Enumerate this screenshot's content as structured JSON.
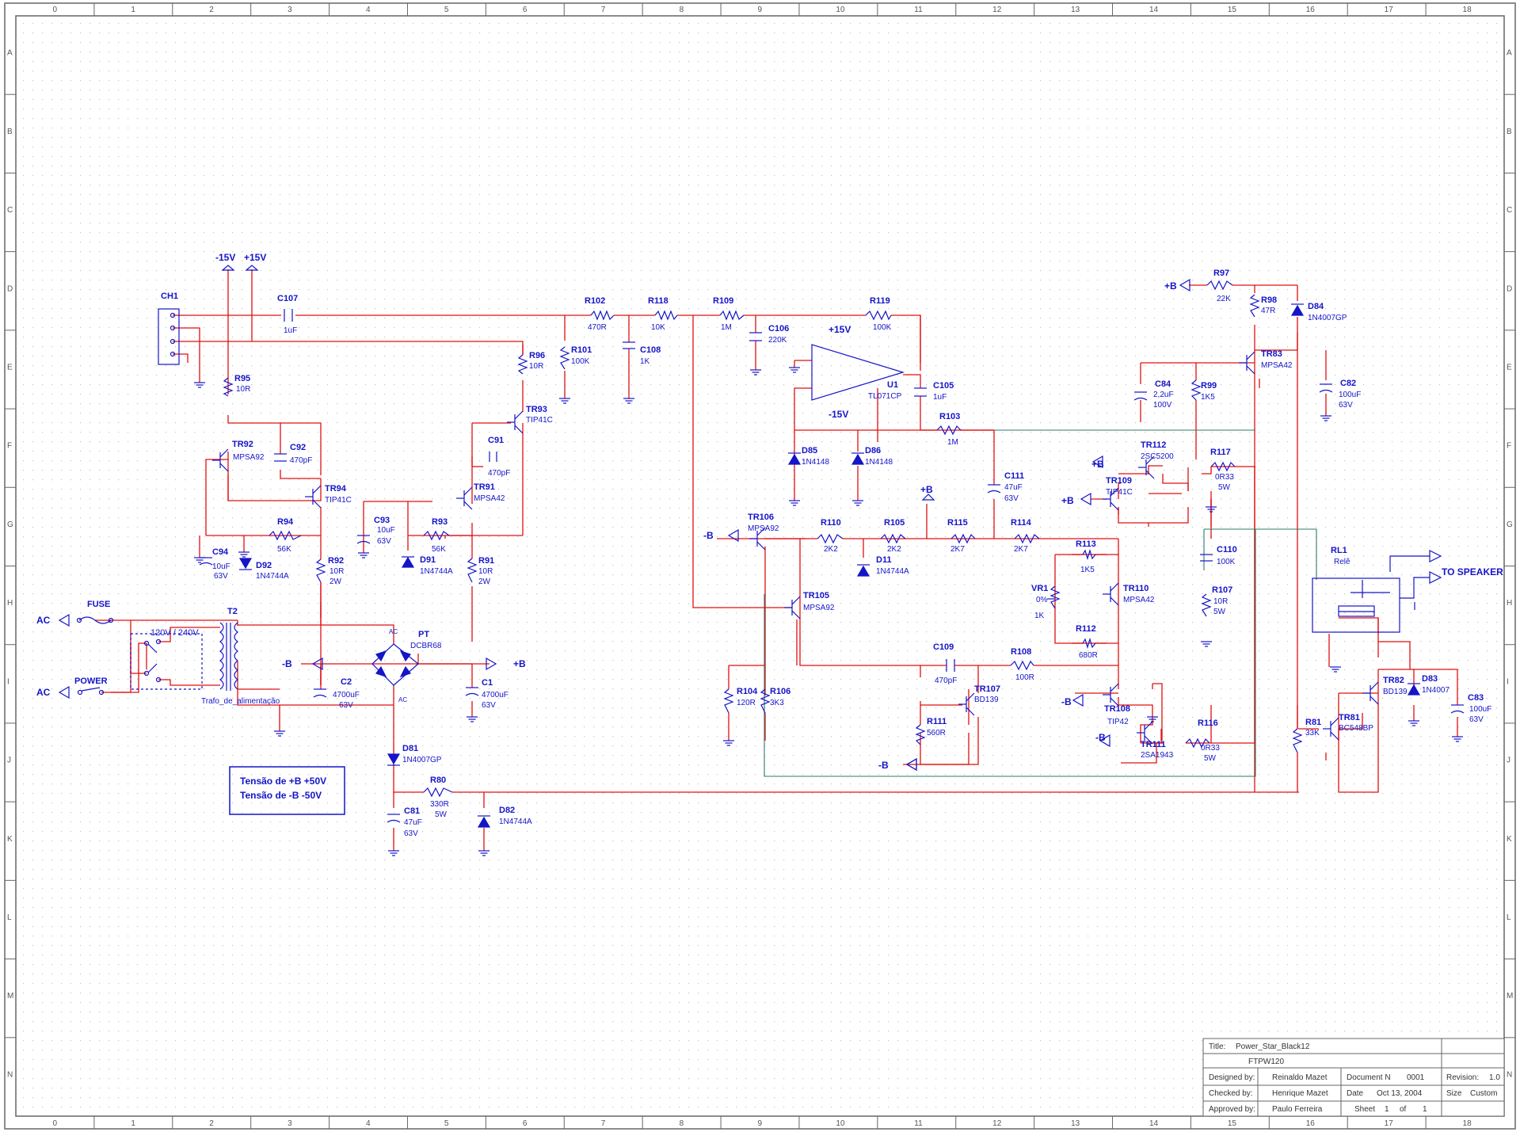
{
  "colors": {
    "wire": "#e01010",
    "net": "#2f7a6a",
    "component": "#1414c8",
    "frame": "#666666",
    "grid_dot": "#c4c4c4"
  },
  "frame": {
    "columns": [
      "0",
      "1",
      "2",
      "3",
      "4",
      "5",
      "6",
      "7",
      "8",
      "9",
      "10",
      "11",
      "12",
      "13",
      "14",
      "15",
      "16",
      "17",
      "18"
    ],
    "rows": [
      "A",
      "B",
      "C",
      "D",
      "E",
      "F",
      "G",
      "H",
      "I",
      "J",
      "K",
      "L",
      "M",
      "N"
    ]
  },
  "rails": {
    "minus15": "-15V",
    "plus15": "+15V"
  },
  "components": {
    "ch1": {
      "name": "CH1"
    },
    "c107": {
      "name": "C107",
      "value": "1uF"
    },
    "r95": {
      "name": "R95",
      "value": "10R"
    },
    "tr92": {
      "name": "TR92",
      "value": "MPSA92"
    },
    "c92": {
      "name": "C92",
      "value": "470pF"
    },
    "tr94": {
      "name": "TR94",
      "value": "TIP41C"
    },
    "r94": {
      "name": "R94",
      "value": "56K"
    },
    "c94": {
      "name": "C94",
      "value": "10uF",
      "rating": "63V"
    },
    "d92": {
      "name": "D92",
      "value": "1N4744A"
    },
    "r92": {
      "name": "R92",
      "value": "10R",
      "rating": "2W"
    },
    "c93": {
      "name": "C93",
      "value": "10uF",
      "rating": "63V"
    },
    "d91": {
      "name": "D91",
      "value": "1N4744A"
    },
    "r93": {
      "name": "R93",
      "value": "56K"
    },
    "tr91": {
      "name": "TR91",
      "value": "MPSA42"
    },
    "c91": {
      "name": "C91",
      "value": "470pF"
    },
    "tr93": {
      "name": "TR93",
      "value": "TIP41C"
    },
    "r96": {
      "name": "R96",
      "value": "10R"
    },
    "r91": {
      "name": "R91",
      "value": "10R",
      "rating": "2W"
    },
    "r102": {
      "name": "R102",
      "value": "470R"
    },
    "r101": {
      "name": "R101",
      "value": "100K"
    },
    "r118": {
      "name": "R118",
      "value": "10K"
    },
    "c108": {
      "name": "C108",
      "value": "1K"
    },
    "r109": {
      "name": "R109",
      "value": "1M"
    },
    "c106": {
      "name": "C106",
      "value": "220K"
    },
    "r119": {
      "name": "R119",
      "value": "100K"
    },
    "u1": {
      "name": "U1",
      "value": "TL071CP",
      "vplus": "+15V",
      "vminus": "-15V"
    },
    "c105": {
      "name": "C105",
      "value": "1uF"
    },
    "r103": {
      "name": "R103",
      "value": "1M"
    },
    "d85": {
      "name": "D85",
      "value": "1N4148"
    },
    "d86": {
      "name": "D86",
      "value": "1N4148"
    },
    "c111": {
      "name": "C111",
      "value": "47uF",
      "rating": "63V"
    },
    "tr106": {
      "name": "TR106",
      "value": "MPSA92"
    },
    "r110": {
      "name": "R110",
      "value": "2K2"
    },
    "r105": {
      "name": "R105",
      "value": "2K2"
    },
    "r115": {
      "name": "R115",
      "value": "2K7"
    },
    "r114": {
      "name": "R114",
      "value": "2K7"
    },
    "d11": {
      "name": "D11",
      "value": "1N4744A"
    },
    "tr105": {
      "name": "TR105",
      "value": "MPSA92"
    },
    "r104": {
      "name": "R104",
      "value": "120R"
    },
    "r106": {
      "name": "R106",
      "value": "3K3"
    },
    "c109": {
      "name": "C109",
      "value": "470pF"
    },
    "r108": {
      "name": "R108",
      "value": "100R"
    },
    "tr107": {
      "name": "TR107",
      "value": "BD139"
    },
    "r111": {
      "name": "R111",
      "value": "560R"
    },
    "r113": {
      "name": "R113",
      "value": "1K5"
    },
    "vr1": {
      "name": "VR1",
      "value": "1K",
      "pct": "0%"
    },
    "r112": {
      "name": "R112",
      "value": "680R"
    },
    "tr110": {
      "name": "TR110",
      "value": "MPSA42"
    },
    "tr109": {
      "name": "TR109",
      "value": "TIP41C"
    },
    "tr108": {
      "name": "TR108",
      "value": "TIP42"
    },
    "tr112": {
      "name": "TR112",
      "value": "2SC5200"
    },
    "tr111": {
      "name": "TR111",
      "value": "2SA1943"
    },
    "r117": {
      "name": "R117",
      "value": "0R33",
      "rating": "5W"
    },
    "r116": {
      "name": "R116",
      "value": "0R33",
      "rating": "5W"
    },
    "c110": {
      "name": "C110",
      "value": "100K"
    },
    "r107": {
      "name": "R107",
      "value": "10R",
      "rating": "5W"
    },
    "r97": {
      "name": "R97",
      "value": "22K"
    },
    "r98": {
      "name": "R98",
      "value": "47R"
    },
    "d84": {
      "name": "D84",
      "value": "1N4007GP"
    },
    "tr83": {
      "name": "TR83",
      "value": "MPSA42"
    },
    "c84": {
      "name": "C84",
      "value": "2,2uF",
      "rating": "100V"
    },
    "r99": {
      "name": "R99",
      "value": "1K5"
    },
    "c82": {
      "name": "C82",
      "value": "100uF",
      "rating": "63V"
    },
    "rl1": {
      "name": "RL1",
      "value": "Relê"
    },
    "tr82": {
      "name": "TR82",
      "value": "BD139"
    },
    "d83": {
      "name": "D83",
      "value": "1N4007"
    },
    "c83": {
      "name": "C83",
      "value": "100uF",
      "rating": "63V"
    },
    "tr81": {
      "name": "TR81",
      "value": "BC548BP"
    },
    "r81": {
      "name": "R81",
      "value": "33K"
    },
    "fuse": {
      "name": "FUSE"
    },
    "power": {
      "name": "POWER"
    },
    "t2": {
      "name": "T2",
      "value": "Trafo_de_alimentação",
      "selector": "120V / 240V"
    },
    "pt": {
      "name": "PT",
      "value": "DCBR68",
      "ac": "AC"
    },
    "c2": {
      "name": "C2",
      "value": "4700uF",
      "rating": "63V"
    },
    "c1": {
      "name": "C1",
      "value": "4700uF",
      "rating": "63V"
    },
    "d81": {
      "name": "D81",
      "value": "1N4007GP"
    },
    "r80": {
      "name": "R80",
      "value": "330R",
      "rating": "5W"
    },
    "c81": {
      "name": "C81",
      "value": "47uF",
      "rating": "63V"
    },
    "d82": {
      "name": "D82",
      "value": "1N4744A"
    }
  },
  "ports": {
    "plusB": "+B",
    "minusB": "-B",
    "ac": "AC",
    "speaker": "TO SPEAKER"
  },
  "note": {
    "line1": "Tensão de  +B +50V",
    "line2": "Tensão de  -B  -50V"
  },
  "title_block": {
    "title_label": "Title:",
    "title": "Power_Star_Black12",
    "subtitle": "FTPW120",
    "designed_label": "Designed by:",
    "designed_by": "Reinaldo Mazet",
    "docno_label": "Document N",
    "docno": "0001",
    "revision_label": "Revision:",
    "revision": "1.0",
    "checked_label": "Checked by:",
    "checked_by": "Henrique Mazet",
    "date_label": "Date",
    "date": "Oct 13, 2004",
    "size_label": "Size",
    "size": "Custom",
    "approved_label": "Approved by:",
    "approved_by": "Paulo Ferreira",
    "sheet_label": "Sheet",
    "sheet": "1",
    "of_label": "of",
    "of": "1"
  }
}
